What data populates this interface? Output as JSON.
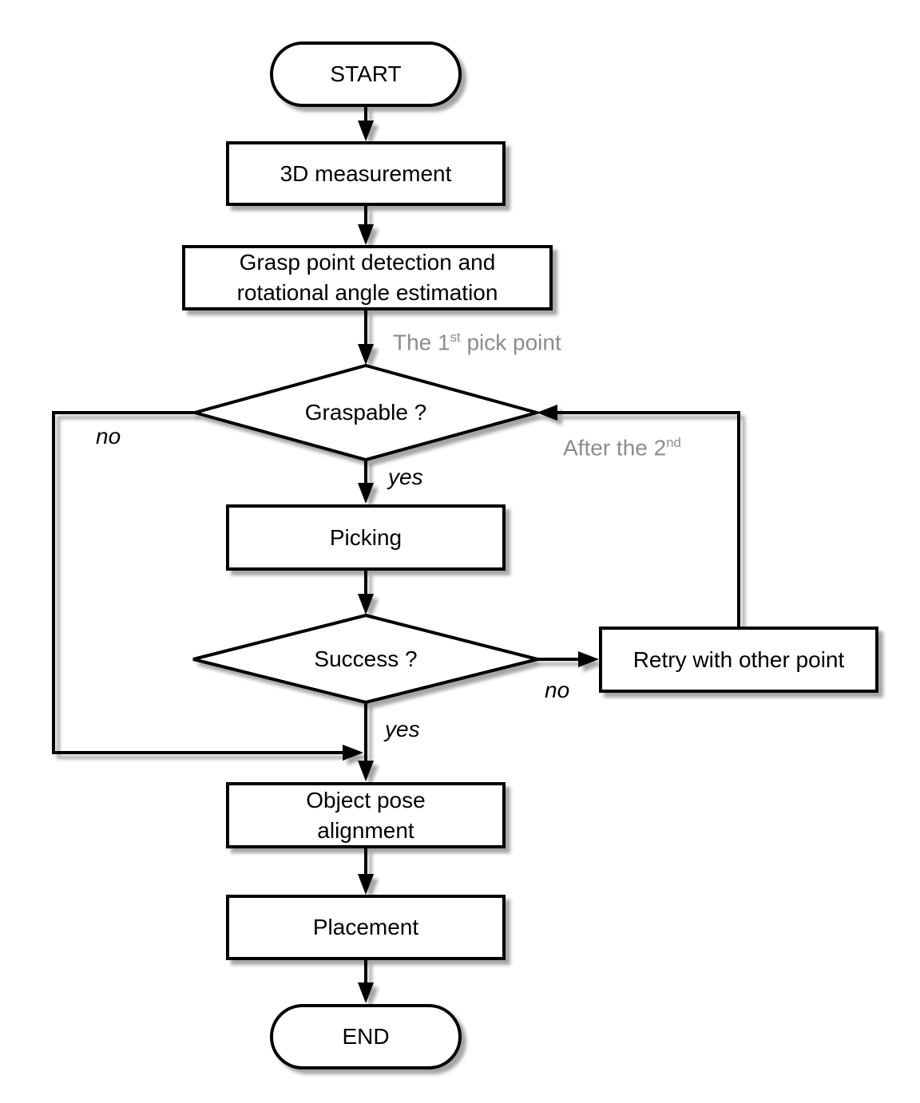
{
  "diagram": {
    "type": "flowchart",
    "background": "#ffffff",
    "colors": {
      "line": "#000000",
      "node_fill": "#ffffff",
      "node_border": "#000000",
      "text": "#000000",
      "annotation_gray": "#8c8c8c",
      "shadow": "rgba(0,0,0,0.35)"
    }
  },
  "nodes": {
    "start": {
      "type": "terminator",
      "label": "START"
    },
    "measurement": {
      "type": "process",
      "label": "3D measurement"
    },
    "grasp_detection": {
      "type": "process",
      "line1": "Grasp point detection and",
      "line2": "rotational angle estimation"
    },
    "graspable": {
      "type": "decision",
      "label": "Graspable ?"
    },
    "picking": {
      "type": "process",
      "label": "Picking"
    },
    "success": {
      "type": "decision",
      "label": "Success ?"
    },
    "retry": {
      "type": "process",
      "label": "Retry with other point"
    },
    "object_pose": {
      "type": "process",
      "line1": "Object pose",
      "line2": "alignment"
    },
    "placement": {
      "type": "process",
      "label": "Placement"
    },
    "end": {
      "type": "terminator",
      "label": "END"
    }
  },
  "edge_labels": {
    "first_pick": {
      "pre": "The 1",
      "sup": "st",
      "post": " pick point"
    },
    "after_second": {
      "pre": "After the 2",
      "sup": "nd",
      "post": ""
    },
    "graspable_no": "no",
    "graspable_yes": "yes",
    "success_no": "no",
    "success_yes": "yes"
  },
  "flow": [
    "START -> 3D measurement",
    "3D measurement -> Grasp point detection and rotational angle estimation",
    "Grasp point detection -> Graspable ? (The 1st pick point)",
    "Graspable ? -no-> Object pose alignment (left bypass loop)",
    "Graspable ? -yes-> Picking",
    "Picking -> Success ?",
    "Success ? -no-> Retry with other point",
    "Retry with other point -> Graspable ? (After the 2nd)",
    "Success ? -yes-> Object pose alignment",
    "Object pose alignment -> Placement",
    "Placement -> END"
  ]
}
